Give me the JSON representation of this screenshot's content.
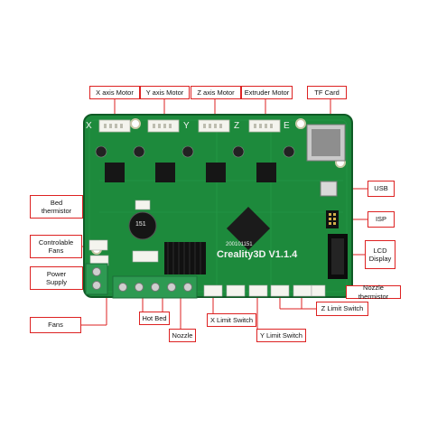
{
  "labels": {
    "x_axis_motor": "X axis Motor",
    "y_axis_motor": "Y axis Motor",
    "z_axis_motor": "Z axis Motor",
    "extruder_motor": "Extruder Motor",
    "tf_card": "TF Card",
    "usb": "USB",
    "isp": "ISP",
    "lcd_display": "LCD\nDisplay",
    "bed_thermistor": "Bed\nthermistor",
    "controllable_fans": "Controlable\nFans",
    "power_supply": "Power\nSupply",
    "fans": "Fans",
    "hot_bed": "Hot Bed",
    "nozzle": "Nozzle",
    "nozzle_thermistor": "Nozzle thermistor",
    "x_limit_switch": "X Limit Switch",
    "y_limit_switch": "Y Limit Switch",
    "z_limit_switch": "Z Limit Switch"
  },
  "board": {
    "brand": "Creality3D V1.1.4",
    "date_code": "200101151",
    "chip_marking": "151",
    "axis_letters": [
      "X",
      "Y",
      "Z",
      "E"
    ]
  },
  "colors": {
    "pcb": "#1d8a3c",
    "pcb_dark": "#146b2e",
    "callout": "#dd2222",
    "terminal": "#2e9a52",
    "heatsink": "#111111",
    "connector": "#f4f4ee"
  }
}
